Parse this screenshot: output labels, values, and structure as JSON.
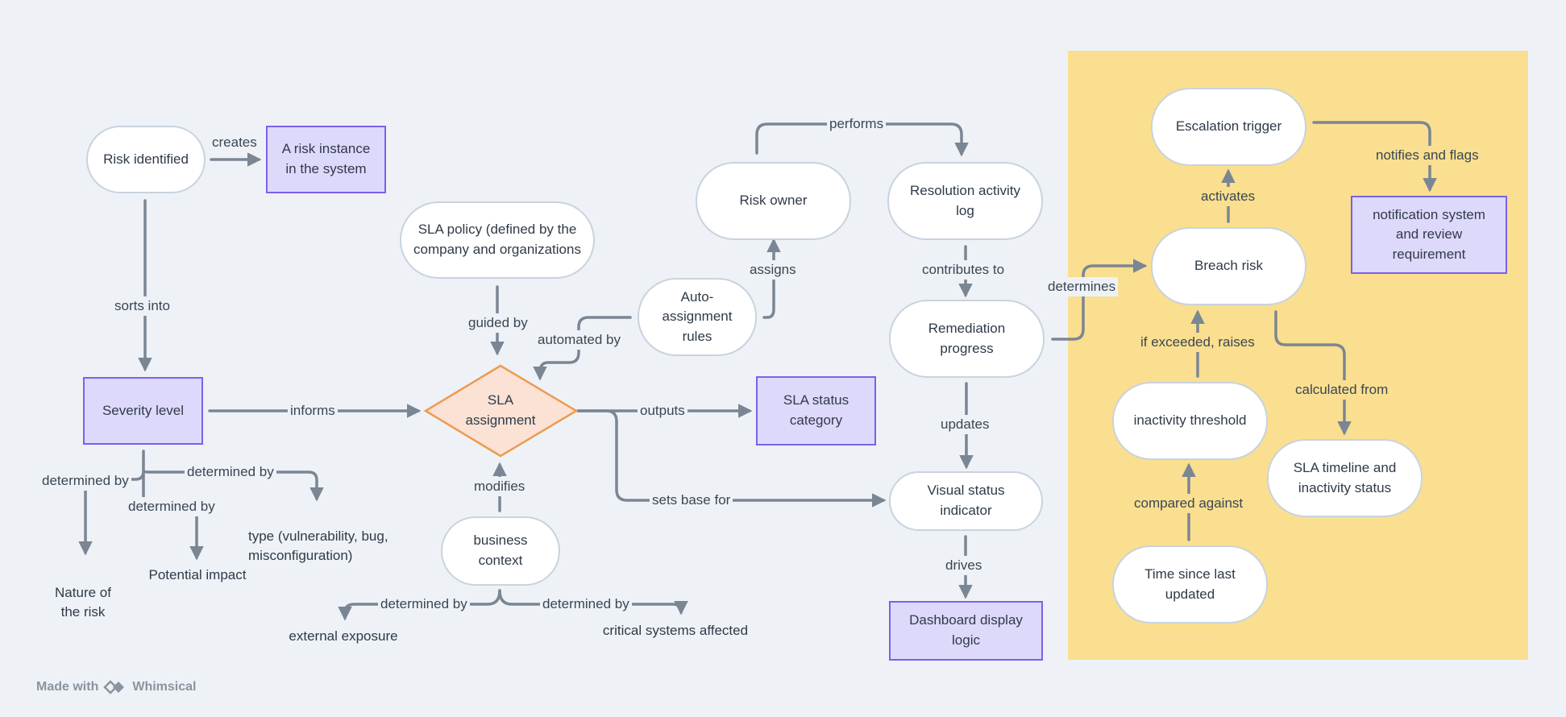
{
  "diagram": {
    "nodes": {
      "risk_identified": "Risk identified",
      "risk_instance": "A risk instance\nin the system",
      "severity_level": "Severity level",
      "nature_of_risk": "Nature of\nthe risk",
      "potential_impact": "Potential impact",
      "type": "type (vulnerability, bug,\nmisconfiguration)",
      "sla_policy": "SLA policy (defined by the\ncompany and organizations",
      "sla_assignment": "SLA\nassignment",
      "business_context": "business\ncontext",
      "external_exposure": "external exposure",
      "critical_systems": "critical systems affected",
      "auto_assignment_rules": "Auto-\nassignment\nrules",
      "risk_owner": "Risk owner",
      "resolution_log": "Resolution activity\nlog",
      "remediation_progress": "Remediation\nprogress",
      "sla_status_category": "SLA status\ncategory",
      "visual_status_indicator": "Visual status\nindicator",
      "dashboard_display_logic": "Dashboard display\nlogic",
      "escalation_trigger": "Escalation trigger",
      "notification_system": "notification system\nand review\nrequirement",
      "breach_risk": "Breach risk",
      "inactivity_threshold": "inactivity threshold",
      "sla_timeline": "SLA timeline and\ninactivity status",
      "time_since_updated": "Time since last\nupdated"
    },
    "edge_labels": {
      "creates": "creates",
      "sorts_into": "sorts into",
      "informs": "informs",
      "determined_by_nature": "determined by",
      "determined_by_impact": "determined by",
      "determined_by_type": "determined by",
      "guided_by": "guided by",
      "automated_by": "automated by",
      "modifies": "modifies",
      "determined_by_exposure": "determined by",
      "determined_by_critical": "determined by",
      "outputs": "outputs",
      "sets_base_for": "sets base for",
      "assigns": "assigns",
      "performs": "performs",
      "contributes_to": "contributes to",
      "updates": "updates",
      "drives": "drives",
      "determines": "determines",
      "activates": "activates",
      "notifies_and_flags": "notifies and flags",
      "if_exceeded_raises": "if exceeded, raises",
      "calculated_from": "calculated from",
      "compared_against": "compared against"
    },
    "colors": {
      "background": "#eef2f6",
      "highlight_zone": "#f9df8f",
      "box_fill": "#ddd9fb",
      "box_border": "#7b61e8",
      "decision_fill": "#fbe2d4",
      "decision_border": "#ee9a52",
      "connector": "#7b8694"
    }
  },
  "footer": {
    "made_with": "Made with",
    "brand": "Whimsical",
    "brand_icon": "whimsical-logo-icon"
  }
}
